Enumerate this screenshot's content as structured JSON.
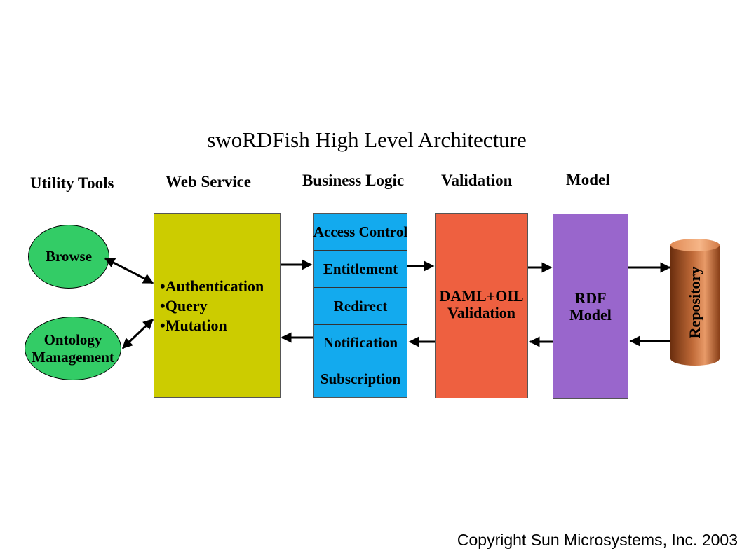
{
  "title": "swoRDFish High Level Architecture",
  "columns": {
    "utility_tools": "Utility Tools",
    "web_service": "Web Service",
    "business_logic": "Business Logic",
    "validation": "Validation",
    "model": "Model"
  },
  "utility_tools": {
    "browse": "Browse",
    "ontology_line1": "Ontology",
    "ontology_line2": "Management"
  },
  "web_service": {
    "items": [
      "•Authentication",
      "•Query",
      "•Mutation"
    ]
  },
  "business_logic": {
    "items": [
      "Access Control",
      "Entitlement",
      "Redirect",
      "Notification",
      "Subscription"
    ]
  },
  "validation": {
    "line1": "DAML+OIL",
    "line2": "Validation"
  },
  "model": {
    "line1": "RDF",
    "line2": "Model"
  },
  "repository": "Repository",
  "copyright": "Copyright Sun Microsystems, Inc. 2003",
  "colors": {
    "web_service": "#cccc00",
    "business_logic": "#13aaee",
    "validation": "#ee6040",
    "model": "#9966cc",
    "utility_tools": "#33cc66",
    "repository": "#a0522d"
  }
}
